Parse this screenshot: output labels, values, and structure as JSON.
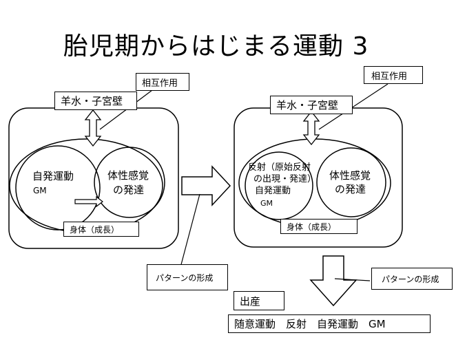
{
  "title": "胎児期からはじまる運動 3",
  "left": {
    "interaction": "相互作用",
    "amniotic": "羊水・子宮壁",
    "spontaneous": "自発運動",
    "gm": "GM",
    "sensory_line1": "体性感覚",
    "sensory_line2": "の発達",
    "body": "身体（成長）"
  },
  "right": {
    "interaction": "相互作用",
    "amniotic": "羊水・子宮壁",
    "reflex_line1": "反射（原始反射",
    "reflex_line2": "の出現・発達）",
    "reflex_line3": "自発運動",
    "reflex_line4": "GM",
    "sensory_line1": "体性感覚",
    "sensory_line2": "の発達",
    "body": "身体（成長）"
  },
  "pattern_left": "パターンの形成",
  "pattern_right": "パターンの形成",
  "birth": "出産",
  "after_birth": "随意運動　反射　自発運動　GM"
}
